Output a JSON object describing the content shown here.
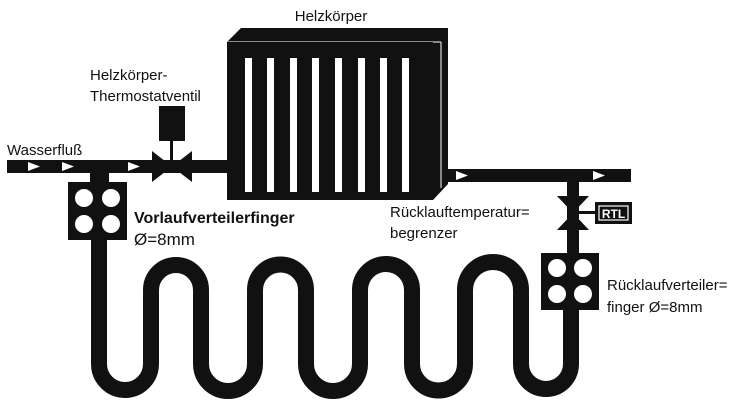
{
  "labels": {
    "radiator": "Helzkörper",
    "valve_line1": "Helzkörper-",
    "valve_line2": "Thermostatventil",
    "water_flow": "Wasserfluß",
    "supply_manifold_line1": "Vorlaufverteilerfinger",
    "supply_manifold_line2": "Ø=8mm",
    "return_limiter_line1": "Rücklauftemperatur=",
    "return_limiter_line2": "begrenzer",
    "rtl_box": "RTL",
    "return_manifold_line1": "Rücklaufverteiler=",
    "return_manifold_line2": "finger Ø=8mm"
  },
  "colors": {
    "ink": "#111111",
    "paper": "#ffffff"
  }
}
